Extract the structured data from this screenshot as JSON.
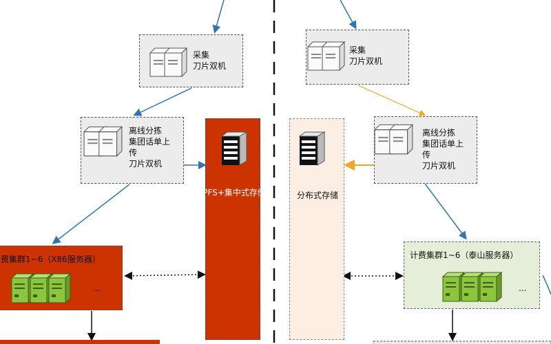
{
  "left": {
    "collect": {
      "line1": "采集",
      "line2": "刀片双机"
    },
    "offline": {
      "line1": "离线分拣",
      "line2": "集团话单上",
      "line3": "传",
      "line4": "刀片双机"
    },
    "storage": {
      "label": "GPFS+集中式存储"
    },
    "cluster": {
      "title": "费集群1~6（X86服务器）",
      "ellipsis": "..."
    }
  },
  "right": {
    "collect": {
      "line1": "采集",
      "line2": "刀片双机"
    },
    "offline": {
      "line1": "离线分拣",
      "line2": "集团话单上",
      "line3": "传",
      "line4": "刀片双机"
    },
    "storage": {
      "label": "分布式存储"
    },
    "cluster": {
      "title": "计费集群1~6（泰山服务器）",
      "ellipsis": "..."
    }
  },
  "colors": {
    "left_accent": "#cc3300",
    "right_storage_fill": "#fdeee3",
    "right_cluster_fill": "#e4eed8",
    "blue_arrow": "#2e75b6",
    "orange_arrow": "#f5a623",
    "server_green": "#8cc63f"
  }
}
